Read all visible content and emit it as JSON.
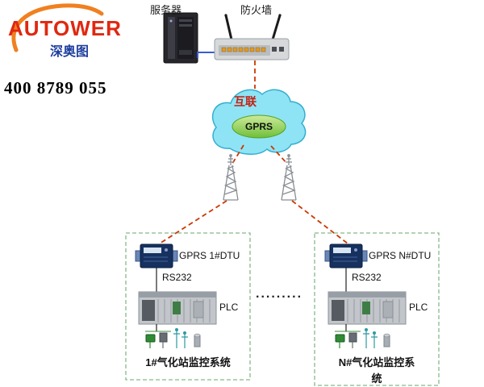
{
  "logo": {
    "brand": "AUTOWER",
    "brand_cn": "深奥图",
    "phone": "400 8789 055"
  },
  "network": {
    "server_label": "服务器",
    "firewall_label": "防火墙",
    "cloud_label": "互联",
    "cloud_sub_label": "GPRS"
  },
  "stations": [
    {
      "dtu_label": "GPRS 1#DTU",
      "link_label": "RS232",
      "plc_label": "PLC",
      "caption": "1#气化站监控系统"
    },
    {
      "dtu_label": "GPRS N#DTU",
      "link_label": "RS232",
      "plc_label": "PLC",
      "caption": "N#气化站监控系统"
    }
  ],
  "separator": ".........",
  "colors": {
    "dash_line": "#cc3702",
    "cloud_fill": "#8ee4f4",
    "cloud_stroke": "#35aecf",
    "gprs_green": "#6fbf3a",
    "station_box_border": "#86b98a",
    "brand_red": "#e02810",
    "brand_blue": "#1f3f9f",
    "swoosh_orange": "#f08020"
  }
}
